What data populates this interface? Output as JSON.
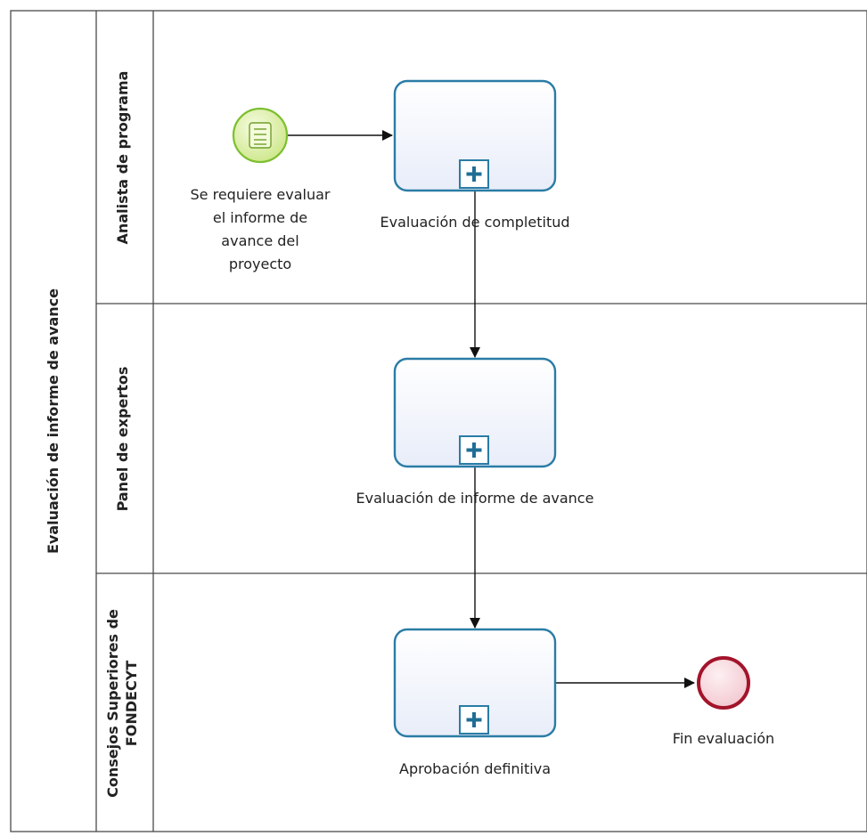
{
  "pool": {
    "label": "Evaluación de informe de avance"
  },
  "lanes": [
    {
      "label": "Analista de programa"
    },
    {
      "label": "Panel de expertos"
    },
    {
      "label_lines": [
        "Consejos Superiores de",
        "FONDECYT"
      ]
    }
  ],
  "start_event": {
    "icon": "document-icon",
    "label_lines": [
      "Se requiere evaluar",
      "el informe de",
      "avance del",
      "proyecto"
    ]
  },
  "tasks": [
    {
      "label": "Evaluación de completitud",
      "marker": "plus-icon"
    },
    {
      "label": "Evaluación de informe de avance",
      "marker": "plus-icon"
    },
    {
      "label": "Aprobación definitiva",
      "marker": "plus-icon"
    }
  ],
  "end_event": {
    "label": "Fin evaluación"
  },
  "colors": {
    "border": "#4a4a4a",
    "task_stroke": "#2a7ca6",
    "task_fill": "#eef2fb",
    "start_stroke": "#7dbf2f",
    "start_fill": "#e4f3b4",
    "end_stroke": "#a3142b",
    "end_fill": "#f9d9df",
    "text": "#222222"
  }
}
